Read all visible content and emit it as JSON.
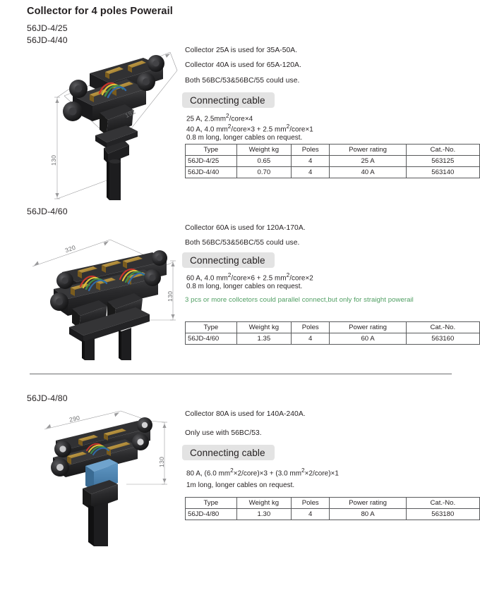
{
  "page": {
    "title": "Collector for 4 poles Powerail"
  },
  "sections": [
    {
      "models": [
        "56JD-4/25",
        "56JD-4/40"
      ],
      "notes": [
        "Collector 25A is used for 35A-50A.",
        "Collector 40A is used for 65A-120A.",
        "Both 56BC/53&56BC/55 could use."
      ],
      "cable_heading": "Connecting cable",
      "cable_specs": [
        "25 A, 2.5mm²/core×4",
        "40 A, 4.0 mm²/core×3 + 2.5 mm²/core×1",
        "0.8 m long, longer cables on request."
      ],
      "green_note": "",
      "dimensions": {
        "height": "130",
        "length": "192"
      },
      "table": {
        "headers": [
          "Type",
          "Weight kg",
          "Poles",
          "Power rating",
          "Cat.-No."
        ],
        "rows": [
          [
            "56JD-4/25",
            "0.65",
            "4",
            "25 A",
            "563125"
          ],
          [
            "56JD-4/40",
            "0.70",
            "4",
            "40 A",
            "563140"
          ]
        ]
      }
    },
    {
      "models": [
        "56JD-4/60"
      ],
      "notes": [
        "Collector 60A is used for 120A-170A.",
        "Both 56BC/53&56BC/55 could use."
      ],
      "cable_heading": "Connecting cable",
      "cable_specs": [
        "60 A, 4.0 mm²/core×6 + 2.5 mm²/core×2",
        "0.8 m long, longer cables on request."
      ],
      "green_note": "3 pcs or more collcetors could parallel connect,but only for straight powerail",
      "dimensions": {
        "height": "130",
        "length": "320"
      },
      "table": {
        "headers": [
          "Type",
          "Weight kg",
          "Poles",
          "Power rating",
          "Cat.-No."
        ],
        "rows": [
          [
            "56JD-4/60",
            "1.35",
            "4",
            "60 A",
            "563160"
          ]
        ]
      }
    },
    {
      "models": [
        "56JD-4/80"
      ],
      "notes": [
        "Collector 80A is used for 140A-240A.",
        "Only use with 56BC/53."
      ],
      "cable_heading": "Connecting cable",
      "cable_specs": [
        "80 A, (6.0 mm²×2/core)×3 + (3.0 mm²×2/core)×1",
        "1m long, longer cables on request."
      ],
      "green_note": "",
      "dimensions": {
        "height": "130",
        "length": "290"
      },
      "table": {
        "headers": [
          "Type",
          "Weight kg",
          "Poles",
          "Power rating",
          "Cat.-No."
        ],
        "rows": [
          [
            "56JD-4/80",
            "1.30",
            "4",
            "80 A",
            "563180"
          ]
        ]
      }
    }
  ],
  "colors": {
    "text": "#231f20",
    "green_note": "#4f9e62",
    "badge_bg": "#e3e3e3",
    "rule": "#6d6e70",
    "body_black": "#2b2b2d",
    "brass": "#b08a3e",
    "blue_part": "#4e87b5"
  }
}
